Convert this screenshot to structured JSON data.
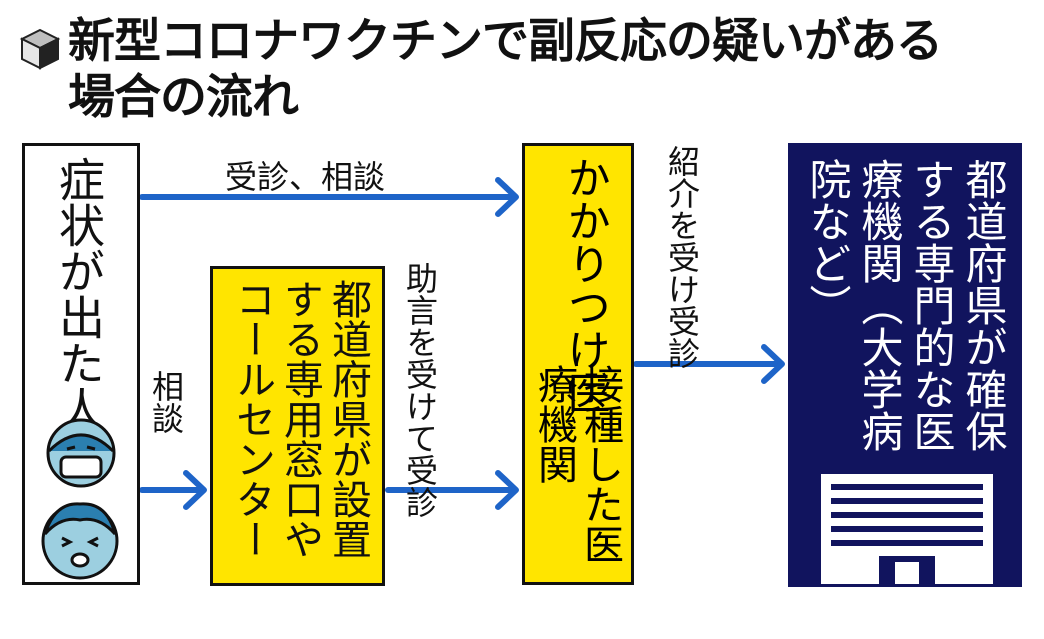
{
  "title": {
    "line1": "新型コロナワクチンで副反応の疑いがある",
    "line2": "場合の流れ"
  },
  "nodes": {
    "person": "症状が出た人",
    "call_center": "都道府県が設置する専用窓口やコールセンター",
    "family_doctor": "かかりつけ医",
    "vaccination_site": "接種した医療機関",
    "university": "都道府県が確保する専門的な医療機関（大学病院など）"
  },
  "edges": {
    "consult_visit": "受診、相談",
    "consult": "相談",
    "advice_visit": "助言を受けて受診",
    "referral_visit": "紹介を受け受診"
  },
  "colors": {
    "arrow": "#1e64c8",
    "yellow": "#ffe500",
    "navy": "#11145e"
  },
  "icons": [
    "cube-icon",
    "masked-person-icon",
    "sick-person-icon",
    "building-icon"
  ]
}
